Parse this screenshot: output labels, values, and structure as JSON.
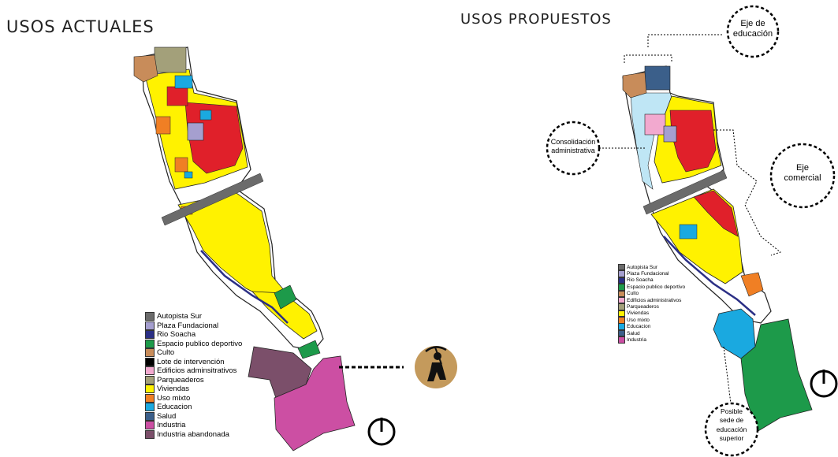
{
  "titles": {
    "left": "USOS  ACTUALES",
    "right": "USOS  PROPUESTOS"
  },
  "colors": {
    "autopista": "#6b6b6b",
    "plaza": "#a59fcf",
    "rio": "#2b2f85",
    "deportivo": "#1d9a4a",
    "culto": "#c88c5a",
    "lote": "#000000",
    "administrativos": "#f2a9cf",
    "parqueaderos": "#a3a07a",
    "viviendas": "#fff200",
    "mixto": "#f07f24",
    "educacion": "#1aa9e0",
    "salud": "#3b5f8a",
    "industria": "#cc4fa3",
    "abandonada": "#7b4f6a",
    "comercio": "#e0202a"
  },
  "legend_left": [
    {
      "label": "Autopista Sur",
      "color": "#6b6b6b"
    },
    {
      "label": "Plaza Fundacional",
      "color": "#a59fcf"
    },
    {
      "label": "Rio Soacha",
      "color": "#2b2f85"
    },
    {
      "label": "Espacio publico deportivo",
      "color": "#1d9a4a"
    },
    {
      "label": "Culto",
      "color": "#c88c5a"
    },
    {
      "label": "Lote de intervención",
      "color": "#000000"
    },
    {
      "label": "Edificios adminsitrativos",
      "color": "#f2a9cf"
    },
    {
      "label": "Parqueaderos",
      "color": "#a3a07a"
    },
    {
      "label": "Viviendas",
      "color": "#fff200"
    },
    {
      "label": "Uso mixto",
      "color": "#f07f24"
    },
    {
      "label": "Educacion",
      "color": "#1aa9e0"
    },
    {
      "label": "Salud",
      "color": "#3b5f8a"
    },
    {
      "label": "Industria",
      "color": "#cc4fa3"
    },
    {
      "label": "Industria abandonada",
      "color": "#7b4f6a"
    }
  ],
  "legend_right": [
    {
      "label": "Autopista Sur",
      "color": "#6b6b6b"
    },
    {
      "label": "Plaza Fundacional",
      "color": "#a59fcf"
    },
    {
      "label": "Rio Soacha",
      "color": "#2b2f85"
    },
    {
      "label": "Espacio publico deportivo",
      "color": "#1d9a4a"
    },
    {
      "label": "Culto",
      "color": "#c88c5a"
    },
    {
      "label": "Edificios administrativos",
      "color": "#f2a9cf"
    },
    {
      "label": "Parqueaderos",
      "color": "#a3a07a"
    },
    {
      "label": "Viviendas",
      "color": "#fff200"
    },
    {
      "label": "Uso mixto",
      "color": "#f07f24"
    },
    {
      "label": "Educacion",
      "color": "#1aa9e0"
    },
    {
      "label": "Salud",
      "color": "#3b5f8a"
    },
    {
      "label": "Industria",
      "color": "#cc4fa3"
    }
  ],
  "bubbles": {
    "eje_educacion": [
      "Eje de",
      "educación"
    ],
    "consolidacion": [
      "Consolidación",
      "administrativa"
    ],
    "eje_comercial": [
      "Eje",
      "comercial"
    ],
    "posible_sede": [
      "Posible",
      "sede de",
      "educación",
      "superior"
    ]
  },
  "icons": {
    "worker": "worker-with-pickaxe-icon",
    "north": "north-arrow-icon"
  }
}
